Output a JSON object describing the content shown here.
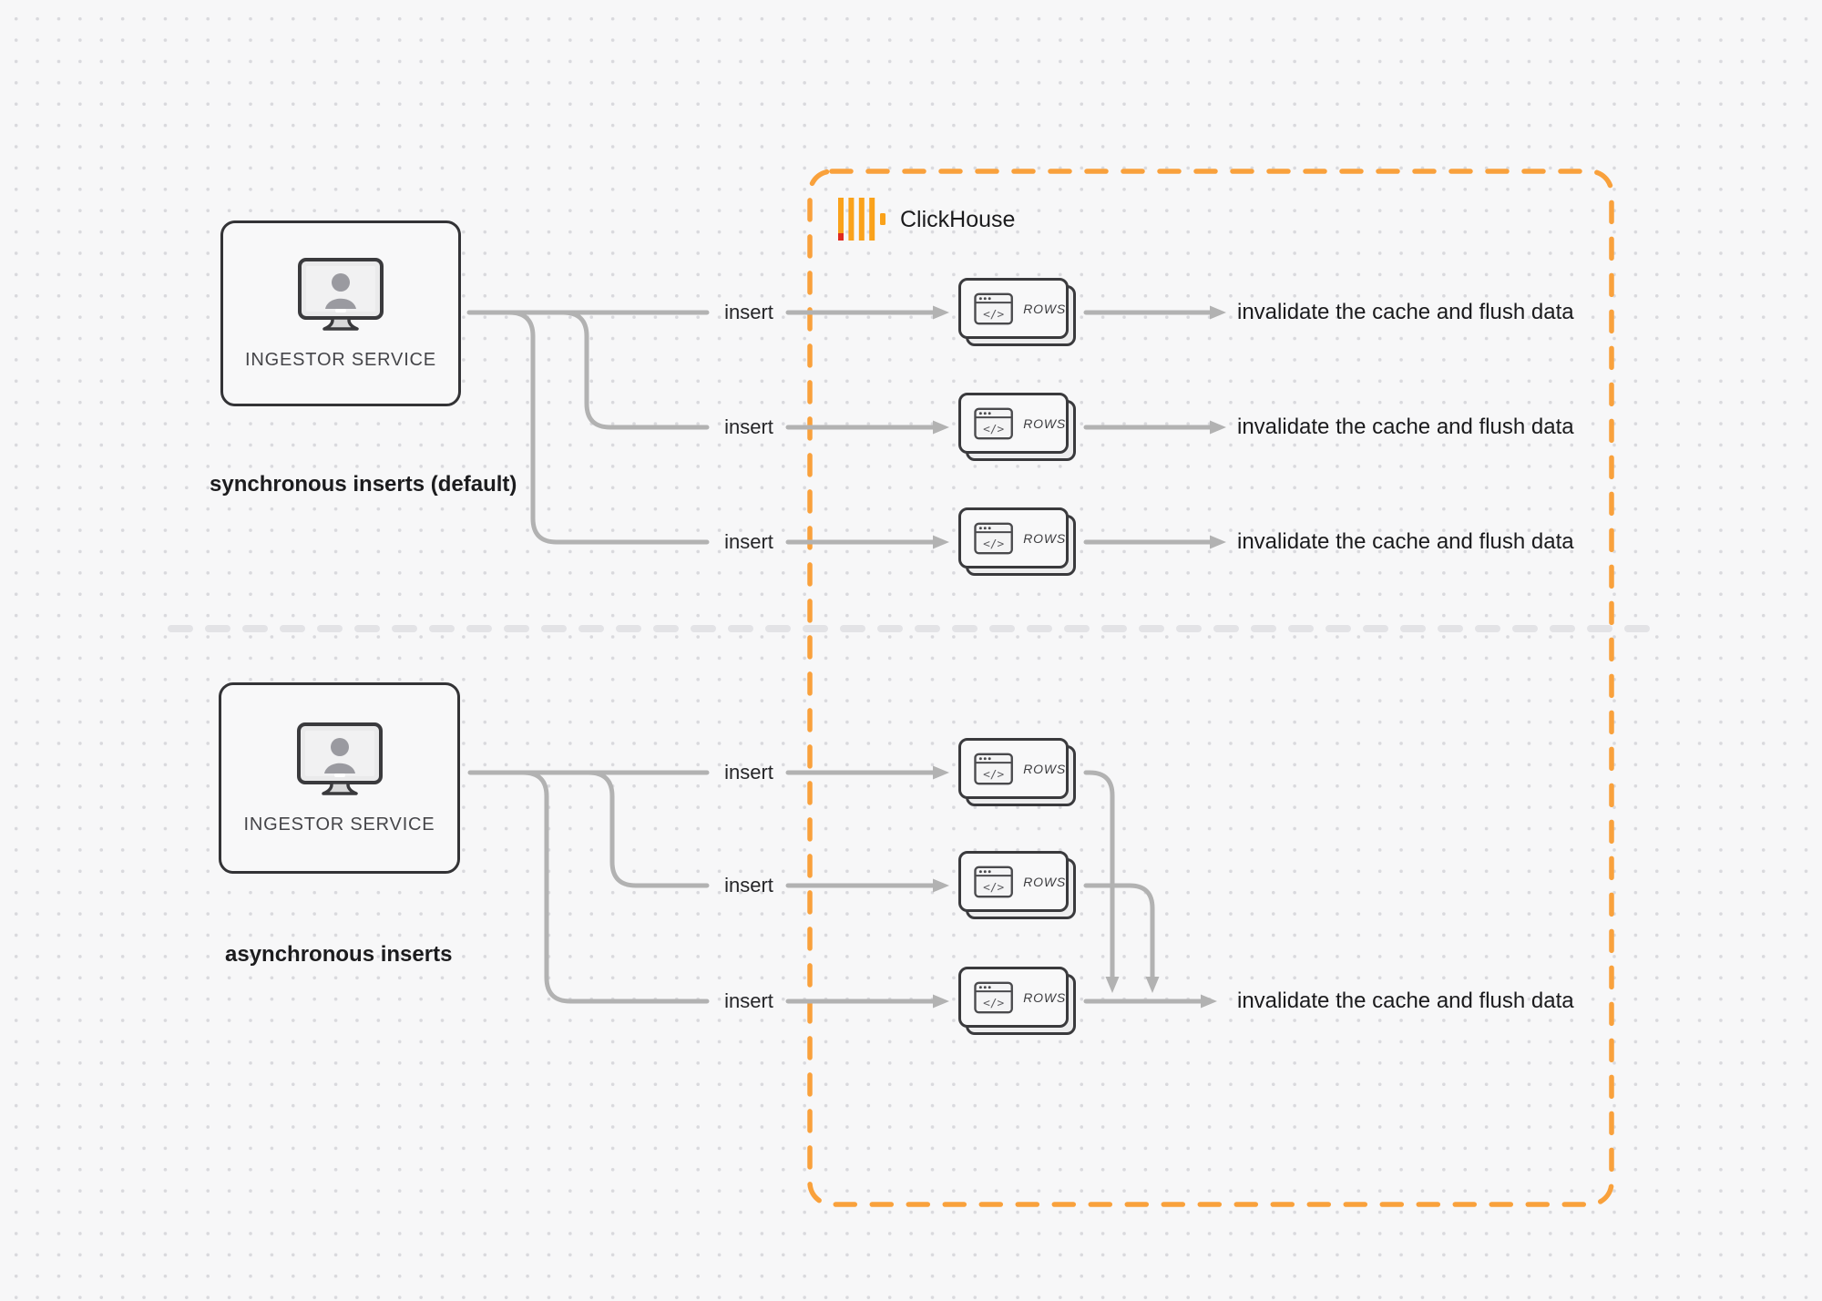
{
  "clickhouse": {
    "label": "ClickHouse"
  },
  "sync": {
    "ingestor_label": "INGESTOR SERVICE",
    "caption": "synchronous inserts (default)",
    "inserts": [
      "insert",
      "insert",
      "insert"
    ],
    "rows": [
      "ROWS",
      "ROWS",
      "ROWS"
    ],
    "results": [
      "invalidate the cache and flush data",
      "invalidate the cache and flush data",
      "invalidate the cache and flush data"
    ]
  },
  "async": {
    "ingestor_label": "INGESTOR SERVICE",
    "caption": "asynchronous inserts",
    "inserts": [
      "insert",
      "insert",
      "insert"
    ],
    "rows": [
      "ROWS",
      "ROWS",
      "ROWS"
    ],
    "result": "invalidate the cache and flush data"
  },
  "colors": {
    "accent_orange": "#F9A13C",
    "logo_yellow": "#FAA21B",
    "logo_red": "#E02A1E",
    "connector_gray": "#B2B2B2",
    "divider_gray": "#E3E3E6",
    "box_border": "#333336",
    "box_fill": "#F8F8F9",
    "text_dark": "#1B1B1D"
  }
}
